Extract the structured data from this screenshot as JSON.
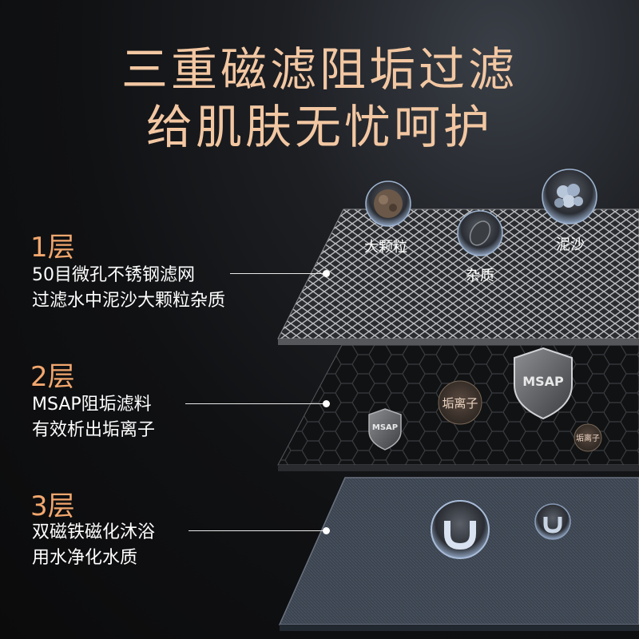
{
  "headline": {
    "line1": "三重磁滤阻垢过滤",
    "line2": "给肌肤无忧呵护"
  },
  "layers": [
    {
      "number": "1层",
      "line1": "50目微孔不锈钢滤网",
      "line2": "过滤水中泥沙大颗粒杂质"
    },
    {
      "number": "2层",
      "line1": "MSAP阻垢滤料",
      "line2": "有效析出垢离子"
    },
    {
      "number": "3层",
      "line1": "双磁铁磁化沐浴",
      "line2": "用水净化水质"
    }
  ],
  "particles": {
    "large": "大颗粒",
    "impurity": "杂质",
    "sand": "泥沙"
  },
  "shield_label": "MSAP",
  "ion_label": "垢离子",
  "colors": {
    "headline": "#f2c7a2",
    "layer_number": "#f2a76e",
    "background": "#0f1012"
  },
  "icons": [
    "dust-particle-icon",
    "pebble-icon",
    "sand-cluster-icon",
    "msap-shield-icon",
    "scale-ion-icon",
    "magnet-icon"
  ]
}
